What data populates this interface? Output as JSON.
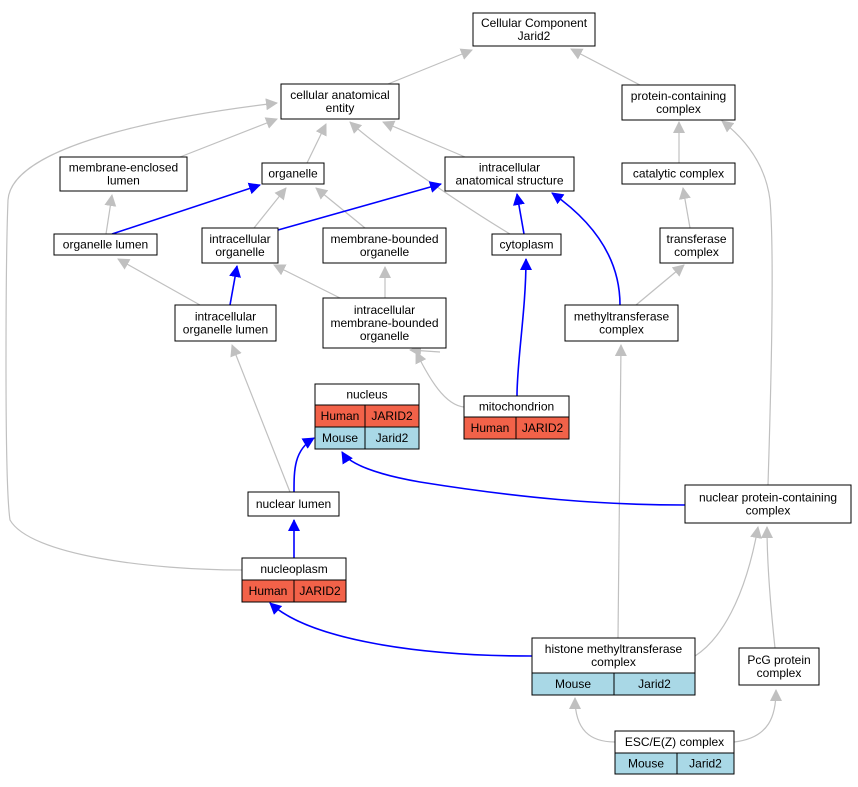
{
  "colors": {
    "node_fill": "#ffffff",
    "node_stroke": "#000000",
    "human": "#f26249",
    "mouse": "#a9d8e6",
    "edge_gray": "#c0c0c0",
    "edge_blue": "#0000ff"
  },
  "nodes": {
    "root": {
      "lines": [
        "Cellular Component",
        "Jarid2"
      ]
    },
    "cae": {
      "lines": [
        "cellular anatomical",
        "entity"
      ]
    },
    "pcc": {
      "lines": [
        "protein-containing",
        "complex"
      ]
    },
    "mel": {
      "lines": [
        "membrane-enclosed",
        "lumen"
      ]
    },
    "org": {
      "lines": [
        "organelle"
      ]
    },
    "ias": {
      "lines": [
        "intracellular",
        "anatomical structure"
      ]
    },
    "cat": {
      "lines": [
        "catalytic complex"
      ]
    },
    "orglum": {
      "lines": [
        "organelle lumen"
      ]
    },
    "intorg": {
      "lines": [
        "intracellular",
        "organelle"
      ]
    },
    "mbo": {
      "lines": [
        "membrane-bounded",
        "organelle"
      ]
    },
    "cyto": {
      "lines": [
        "cytoplasm"
      ]
    },
    "trans": {
      "lines": [
        "transferase",
        "complex"
      ]
    },
    "iol": {
      "lines": [
        "intracellular",
        "organelle lumen"
      ]
    },
    "imbo": {
      "lines": [
        "intracellular",
        "membrane-bounded",
        "organelle"
      ]
    },
    "mtc": {
      "lines": [
        "methyltransferase",
        "complex"
      ]
    },
    "nucleus": {
      "lines": [
        "nucleus"
      ],
      "rows": [
        [
          "Human",
          "JARID2"
        ],
        [
          "Mouse",
          "Jarid2"
        ]
      ]
    },
    "mito": {
      "lines": [
        "mitochondrion"
      ],
      "rows": [
        [
          "Human",
          "JARID2"
        ]
      ]
    },
    "nuclum": {
      "lines": [
        "nuclear lumen"
      ]
    },
    "npcc": {
      "lines": [
        "nuclear protein-containing",
        "complex"
      ]
    },
    "nucleo": {
      "lines": [
        "nucleoplasm"
      ],
      "rows": [
        [
          "Human",
          "JARID2"
        ]
      ]
    },
    "hmtc": {
      "lines": [
        "histone methyltransferase",
        "complex"
      ],
      "rows": [
        [
          "Mouse",
          "Jarid2"
        ]
      ]
    },
    "pcg": {
      "lines": [
        "PcG protein",
        "complex"
      ]
    },
    "esc": {
      "lines": [
        "ESC/E(Z) complex"
      ],
      "rows": [
        [
          "Mouse",
          "Jarid2"
        ]
      ]
    }
  },
  "edges": [
    {
      "from": "cae",
      "to": "root",
      "color": "gray"
    },
    {
      "from": "pcc",
      "to": "root",
      "color": "gray"
    },
    {
      "from": "mel",
      "to": "cae",
      "color": "gray"
    },
    {
      "from": "org",
      "to": "cae",
      "color": "gray"
    },
    {
      "from": "ias",
      "to": "cae",
      "color": "gray"
    },
    {
      "from": "cyto",
      "to": "cae",
      "color": "gray"
    },
    {
      "from": "nucleo",
      "to": "cae",
      "color": "gray"
    },
    {
      "from": "cat",
      "to": "pcc",
      "color": "gray"
    },
    {
      "from": "npcc",
      "to": "pcc",
      "color": "gray"
    },
    {
      "from": "trans",
      "to": "cat",
      "color": "gray"
    },
    {
      "from": "orglum",
      "to": "mel",
      "color": "gray"
    },
    {
      "from": "orglum",
      "to": "org",
      "color": "blue"
    },
    {
      "from": "intorg",
      "to": "org",
      "color": "gray"
    },
    {
      "from": "mbo",
      "to": "org",
      "color": "gray"
    },
    {
      "from": "intorg",
      "to": "ias",
      "color": "blue"
    },
    {
      "from": "cyto",
      "to": "ias",
      "color": "blue"
    },
    {
      "from": "mtc",
      "to": "ias",
      "color": "blue"
    },
    {
      "from": "iol",
      "to": "orglum",
      "color": "gray"
    },
    {
      "from": "iol",
      "to": "intorg",
      "color": "blue"
    },
    {
      "from": "imbo",
      "to": "intorg",
      "color": "gray"
    },
    {
      "from": "imbo",
      "to": "mbo",
      "color": "gray"
    },
    {
      "from": "mito",
      "to": "cyto",
      "color": "blue"
    },
    {
      "from": "mtc",
      "to": "trans",
      "color": "gray"
    },
    {
      "from": "nucleus",
      "to": "imbo",
      "color": "gray"
    },
    {
      "from": "mito",
      "to": "imbo",
      "color": "gray"
    },
    {
      "from": "nuclum",
      "to": "iol",
      "color": "gray"
    },
    {
      "from": "hmtc",
      "to": "mtc",
      "color": "gray"
    },
    {
      "from": "nuclum",
      "to": "nucleus",
      "color": "blue"
    },
    {
      "from": "npcc",
      "to": "nucleus",
      "color": "blue"
    },
    {
      "from": "nucleo",
      "to": "nuclum",
      "color": "blue"
    },
    {
      "from": "hmtc",
      "to": "nucleo",
      "color": "blue"
    },
    {
      "from": "hmtc",
      "to": "npcc",
      "color": "gray"
    },
    {
      "from": "pcg",
      "to": "npcc",
      "color": "gray"
    },
    {
      "from": "esc",
      "to": "hmtc",
      "color": "gray"
    },
    {
      "from": "esc",
      "to": "pcg",
      "color": "gray"
    }
  ]
}
